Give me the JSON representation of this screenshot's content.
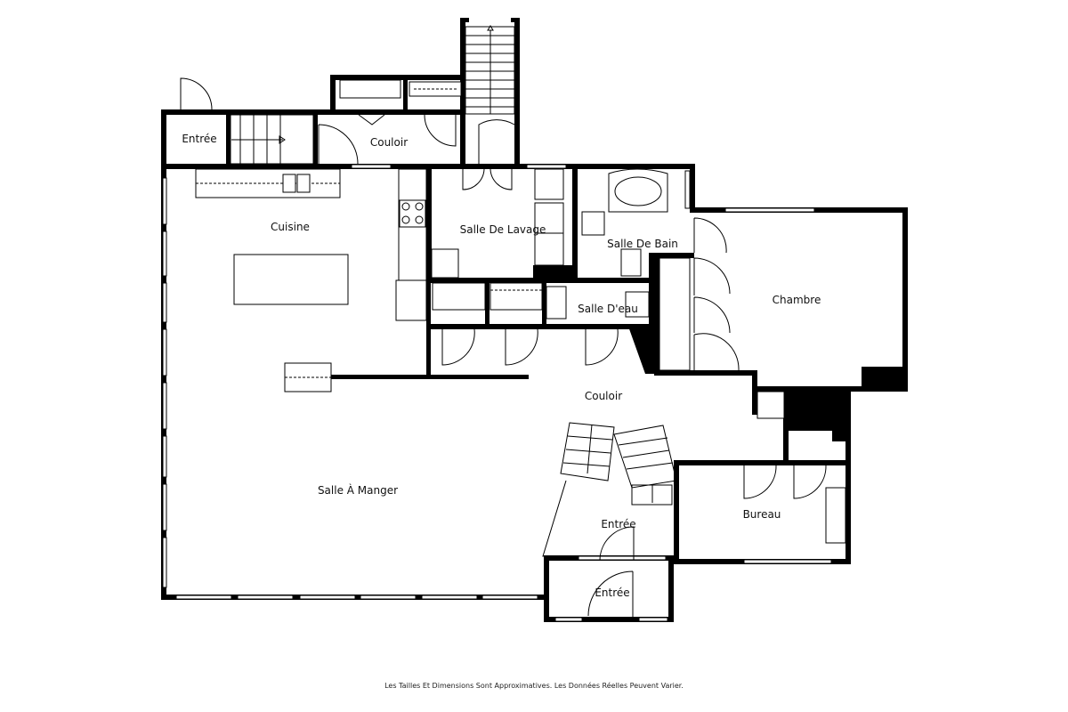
{
  "rooms": {
    "entree_top": "Entrée",
    "couloir_top": "Couloir",
    "cuisine": "Cuisine",
    "salle_de_lavage": "Salle De Lavage",
    "salle_de_bain": "Salle De Bain",
    "chambre": "Chambre",
    "salle_deau": "Salle D'eau",
    "couloir_center": "Couloir",
    "salle_a_manger": "Salle À Manger",
    "entree_center": "Entrée",
    "bureau": "Bureau",
    "entree_bottom": "Entrée"
  },
  "disclaimer": "Les Tailles Et Dimensions Sont Approximatives. Les Données Réelles Peuvent Varier."
}
